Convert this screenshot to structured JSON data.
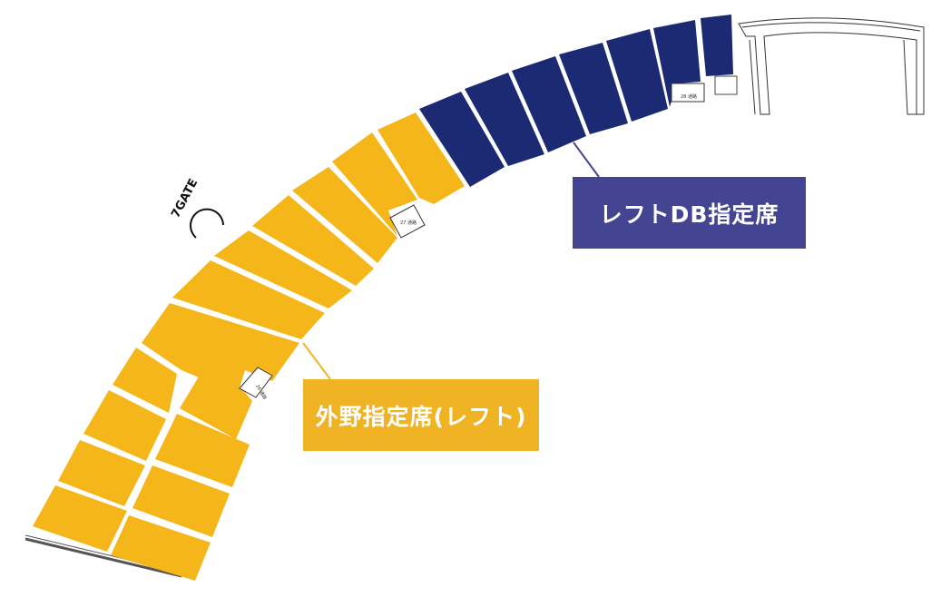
{
  "map": {
    "gate_label": "7GATE",
    "aisle_labels": {
      "a26": "26 通路",
      "a27": "27 通路",
      "a28": "28 通路"
    },
    "zones": [
      {
        "id": "db",
        "name": "レフトDB指定席",
        "color": "#1b2a72",
        "label_bg": "#444592"
      },
      {
        "id": "outfield",
        "name": "外野指定席(レフト)",
        "color": "#f5b619",
        "label_bg": "#f0b324"
      }
    ]
  }
}
